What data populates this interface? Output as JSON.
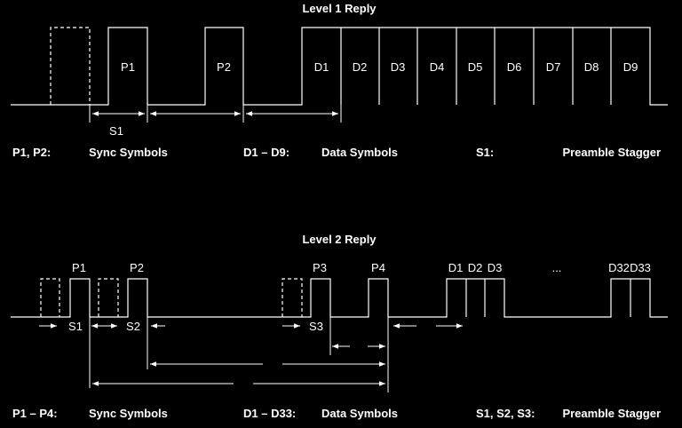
{
  "level1": {
    "title": "Level 1 Reply",
    "pulses": [
      "P1",
      "P2"
    ],
    "data": [
      "D1",
      "D2",
      "D3",
      "D4",
      "D5",
      "D6",
      "D7",
      "D8",
      "D9"
    ],
    "stagger": "S1"
  },
  "level2": {
    "title": "Level 2 Reply",
    "pulses": [
      "P1",
      "P2",
      "P3",
      "P4"
    ],
    "staggers": [
      "S1",
      "S2",
      "S3"
    ],
    "data_start": [
      "D1",
      "D2",
      "D3"
    ],
    "ellipsis": "...",
    "data_end": [
      "D32",
      "D33"
    ]
  },
  "legend1": {
    "sync_key": "P1, P2:",
    "sync_val": "Sync Symbols",
    "data_key": "D1 – D9:",
    "data_val": "Data Symbols",
    "stag_key": "S1:",
    "stag_val": "Preamble Stagger"
  },
  "legend2": {
    "sync_key": "P1 – P4:",
    "sync_val": "Sync Symbols",
    "data_key": "D1 – D33:",
    "data_val": "Data Symbols",
    "stag_key": "S1, S2, S3:",
    "stag_val": "Preamble Stagger"
  }
}
